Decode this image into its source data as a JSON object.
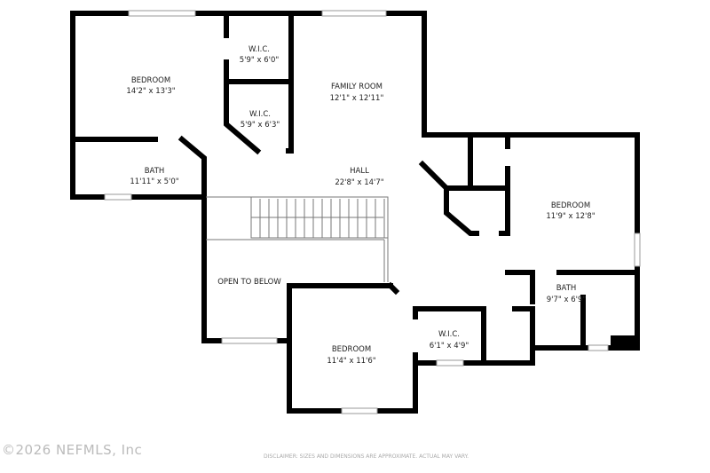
{
  "rooms": [
    {
      "name": "BEDROOM",
      "size": "14'2\" x 13'3\""
    },
    {
      "name": "W.I.C.",
      "size": "5'9\" x 6'0\""
    },
    {
      "name": "W.I.C.",
      "size": "5'9\" x 6'3\""
    },
    {
      "name": "FAMILY ROOM",
      "size": "12'1\" x 12'11\""
    },
    {
      "name": "BATH",
      "size": "11'11\" x 5'0\""
    },
    {
      "name": "HALL",
      "size": "22'8\" x 14'7\""
    },
    {
      "name": "BEDROOM",
      "size": "11'9\" x 12'8\""
    },
    {
      "name": "OPEN TO BELOW",
      "size": ""
    },
    {
      "name": "BATH",
      "size": "9'7\" x 6'9\""
    },
    {
      "name": "W.I.C.",
      "size": "6'1\" x 4'9\""
    },
    {
      "name": "BEDROOM",
      "size": "11'4\" x 11'6\""
    }
  ],
  "footer": {
    "copyright": "©2026 NEFMLS, Inc",
    "disclaimer": "DISCLAIMER: SIZES AND DIMENSIONS ARE APPROXIMATE. ACTUAL MAY VARY."
  }
}
